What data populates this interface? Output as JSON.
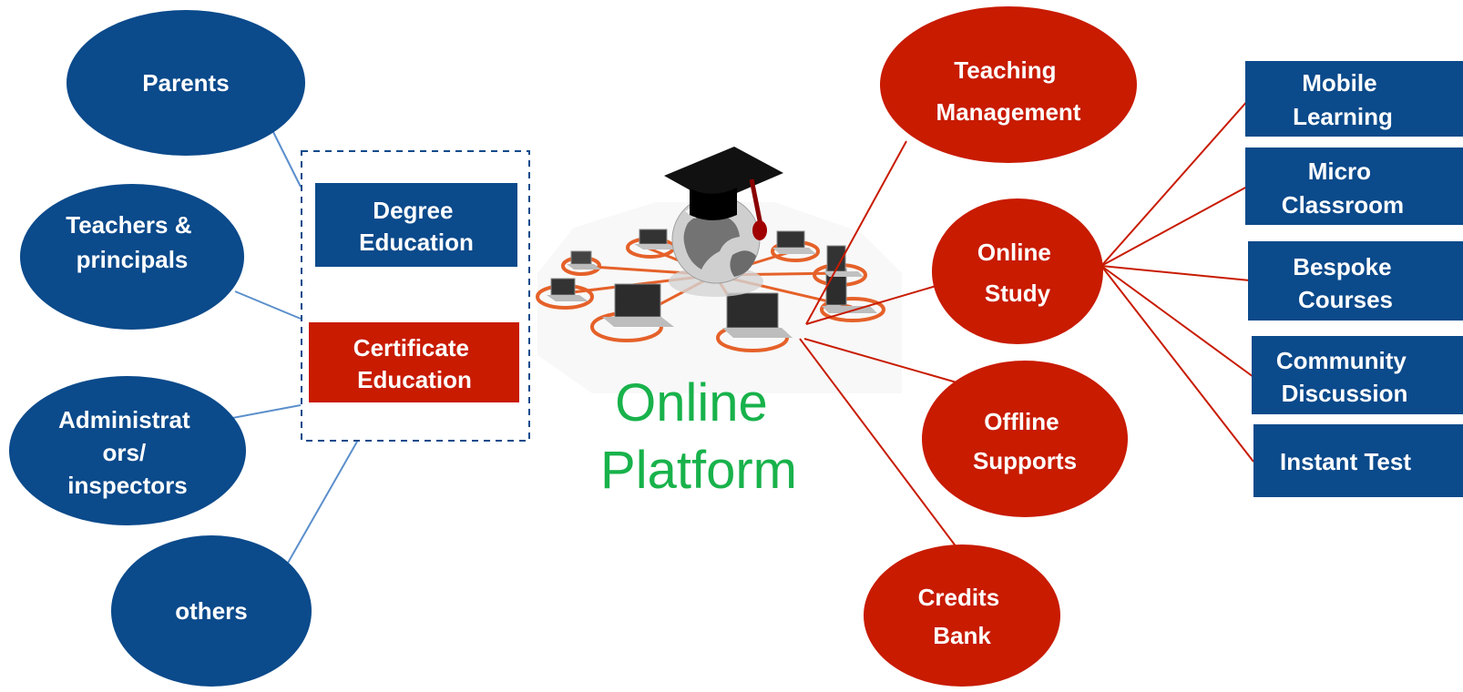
{
  "colors": {
    "blue": "#0b4a8b",
    "red": "#c81b00",
    "green_text": "#18b24b",
    "blue_line": "#5b8fcb",
    "red_line": "#c81b00"
  },
  "left_ellipses": {
    "parents": [
      "Parents"
    ],
    "teachers": [
      "Teachers &",
      "principals"
    ],
    "administrators": [
      "Administrat",
      "ors/",
      "inspectors"
    ],
    "others": [
      "others"
    ]
  },
  "left_boxes": {
    "degree": [
      "Degree",
      "Education"
    ],
    "certificate": [
      "Certificate",
      "Education"
    ]
  },
  "center": {
    "label": [
      "Online",
      "Platform"
    ],
    "image_icon": "graduation-network-icon"
  },
  "right_ellipses": {
    "teaching": [
      "Teaching",
      "Management"
    ],
    "online_study": [
      "Online",
      "Study"
    ],
    "offline": [
      "Offline",
      "Supports"
    ],
    "credits": [
      "Credits",
      "Bank"
    ]
  },
  "right_boxes": {
    "mobile": [
      "Mobile",
      "Learning"
    ],
    "micro": [
      "Micro",
      "Classroom"
    ],
    "bespoke": [
      "Bespoke",
      "Courses"
    ],
    "community": [
      "Community",
      "Discussion"
    ],
    "instant": [
      "Instant Test"
    ]
  }
}
